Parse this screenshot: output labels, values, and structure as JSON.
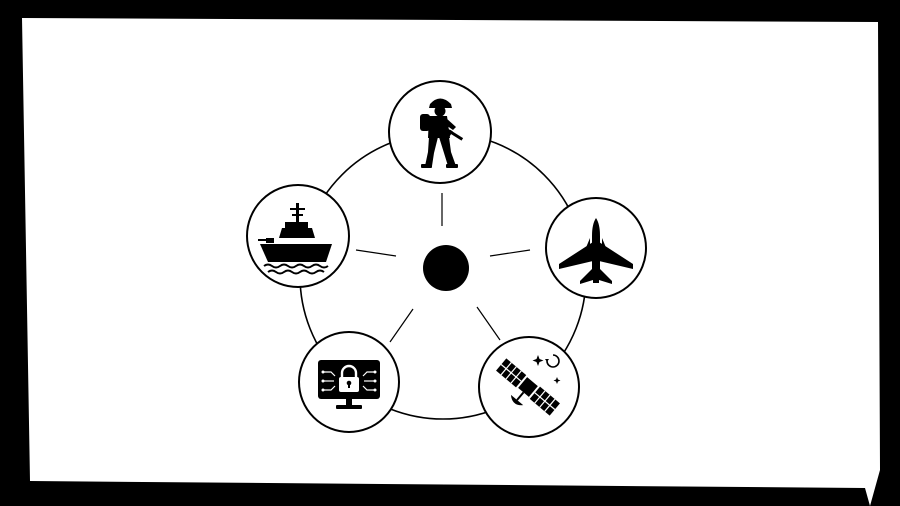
{
  "diagram": {
    "colors": {
      "frame": "#000000",
      "canvas": "#ffffff",
      "ink": "#000000"
    },
    "hub": {
      "name": "center-hub"
    },
    "nodes": [
      {
        "name": "soldier-node",
        "icon": "soldier-icon"
      },
      {
        "name": "fighter-jet-node",
        "icon": "fighter-jet-icon"
      },
      {
        "name": "satellite-node",
        "icon": "satellite-icon"
      },
      {
        "name": "cyber-security-node",
        "icon": "padlock-monitor-icon"
      },
      {
        "name": "warship-node",
        "icon": "warship-icon"
      }
    ]
  }
}
